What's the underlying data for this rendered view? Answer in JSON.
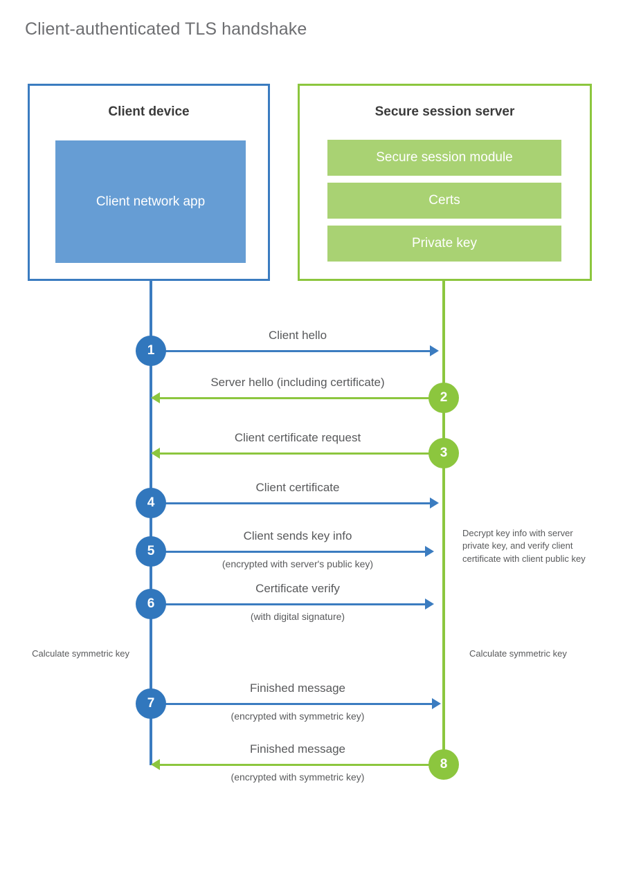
{
  "title": "Client-authenticated TLS handshake",
  "colors": {
    "client_blue": "#3b7cc0",
    "client_app_fill": "#669dd4",
    "server_green": "#8cc63e",
    "server_block_fill": "#a9d273",
    "text_gray": "#58595b",
    "title_gray": "#6d6e71"
  },
  "actors": {
    "client": {
      "title": "Client device",
      "block": "Client network app"
    },
    "server": {
      "title": "Secure session server",
      "blocks": [
        "Secure session module",
        "Certs",
        "Private key"
      ]
    }
  },
  "messages": [
    {
      "step": "1",
      "label": "Client hello",
      "sub": "",
      "direction": "client-to-server",
      "origin": "client"
    },
    {
      "step": "2",
      "label": "Server hello (including certificate)",
      "sub": "",
      "direction": "server-to-client",
      "origin": "server"
    },
    {
      "step": "3",
      "label": "Client certificate request",
      "sub": "",
      "direction": "server-to-client",
      "origin": "server"
    },
    {
      "step": "4",
      "label": "Client certificate",
      "sub": "",
      "direction": "client-to-server",
      "origin": "client"
    },
    {
      "step": "5",
      "label": "Client sends key info",
      "sub": "(encrypted with server's public key)",
      "direction": "client-to-server",
      "origin": "client"
    },
    {
      "step": "6",
      "label": "Certificate verify",
      "sub": "(with digital signature)",
      "direction": "client-to-server",
      "origin": "client"
    },
    {
      "step": "7",
      "label": "Finished message",
      "sub": "(encrypted with symmetric key)",
      "direction": "client-to-server",
      "origin": "client"
    },
    {
      "step": "8",
      "label": "Finished message",
      "sub": "(encrypted with symmetric key)",
      "direction": "server-to-client",
      "origin": "server"
    }
  ],
  "notes": {
    "decrypt": "Decrypt key info with server private key, and verify client certificate with client public key",
    "client_calculate": "Calculate symmetric key",
    "server_calculate": "Calculate symmetric key"
  }
}
